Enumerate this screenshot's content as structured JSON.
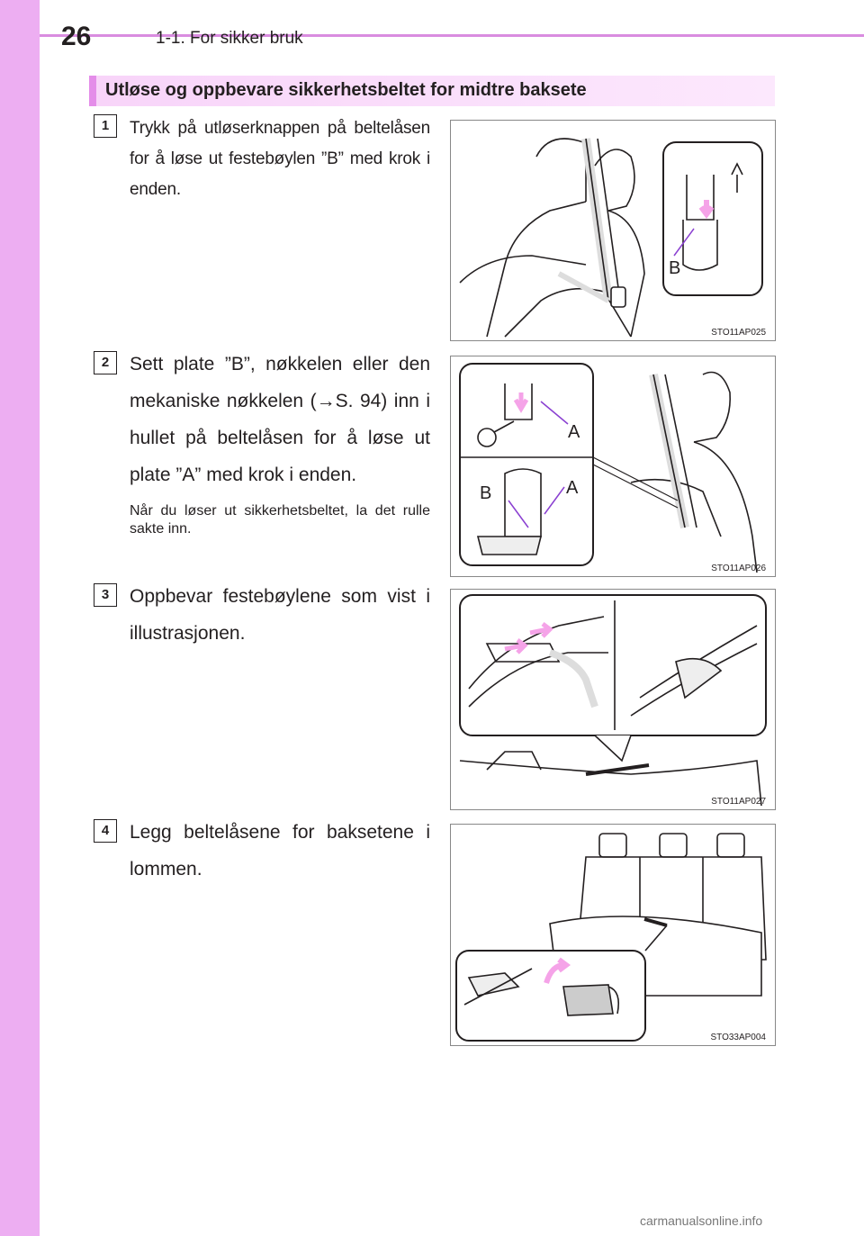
{
  "header": {
    "page_number": "26",
    "section": "1-1. For sikker bruk"
  },
  "banner": {
    "title": "Utløse og oppbevare sikkerhetsbeltet for midtre baksete"
  },
  "steps": [
    {
      "number": "1",
      "text": "Trykk på utløserknappen på beltelåsen for å løse ut festebøylen ”B” med krok i enden.",
      "figure_code": "STO11AP025",
      "labels": [
        "B"
      ]
    },
    {
      "number": "2",
      "text": "Sett plate ”B”, nøkkelen eller den mekaniske nøkkelen (→S. 94) inn i hullet på beltelåsen for å løse ut plate ”A” med krok i enden.",
      "note": "Når du løser ut sikkerhetsbeltet, la det rulle sakte inn.",
      "figure_code": "STO11AP026",
      "labels": [
        "A",
        "B",
        "A"
      ]
    },
    {
      "number": "3",
      "text": "Oppbevar festebøylene som vist i illustrasjonen.",
      "figure_code": "STO11AP027"
    },
    {
      "number": "4",
      "text": "Legg beltelåsene for baksetene i lommen.",
      "figure_code": "STO33AP004"
    }
  ],
  "footer": {
    "watermark": "carmanualsonline.info"
  },
  "colors": {
    "sidebar": "#edaef2",
    "banner": "#f8d4f9",
    "banner_accent": "#e48de9",
    "arrow": "#f5a3e8",
    "callout_line": "#8a3fd1"
  }
}
